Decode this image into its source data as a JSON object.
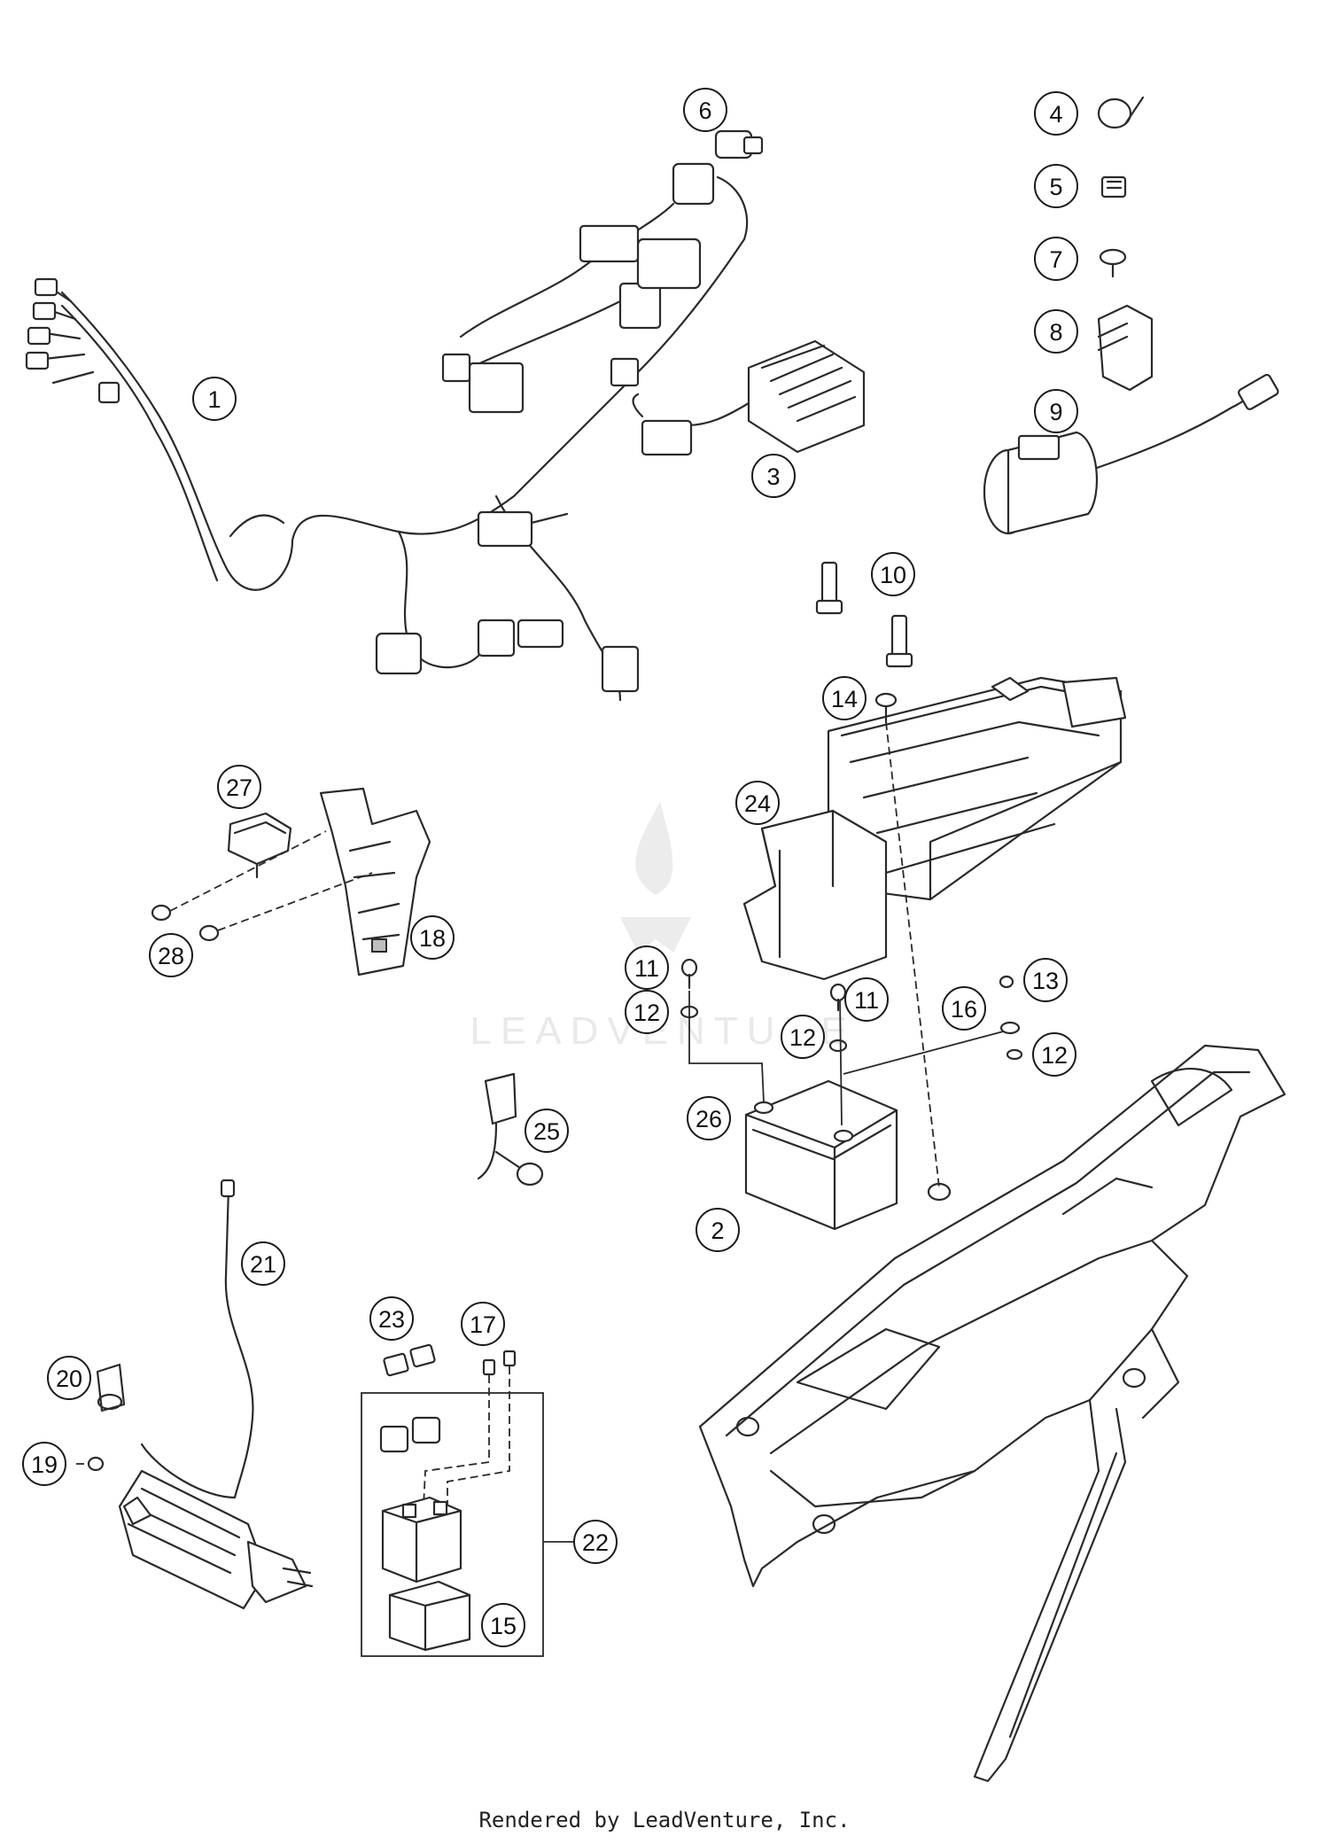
{
  "watermark": {
    "text": "LEADVENTURE"
  },
  "footer": {
    "text": "Rendered by LeadVenture, Inc."
  },
  "callouts": [
    "1",
    "2",
    "3",
    "4",
    "5",
    "6",
    "7",
    "8",
    "9",
    "10",
    "11",
    "11",
    "12",
    "12",
    "12",
    "13",
    "14",
    "15",
    "16",
    "17",
    "18",
    "19",
    "20",
    "21",
    "22",
    "23",
    "24",
    "25",
    "26",
    "27",
    "28"
  ],
  "parts": [
    {
      "id": "wiring-harness",
      "callout": "1",
      "icon": "wiring-harness-icon"
    },
    {
      "id": "battery",
      "callout": "2",
      "icon": "battery-icon"
    },
    {
      "id": "voltage-regulator",
      "callout": "3",
      "icon": "regulator-icon"
    },
    {
      "id": "cable-tie",
      "callout": "4",
      "icon": "cable-tie-icon"
    },
    {
      "id": "clip",
      "callout": "5",
      "icon": "clip-icon"
    },
    {
      "id": "connector",
      "callout": "6",
      "icon": "connector-icon"
    },
    {
      "id": "push-rivet",
      "callout": "7",
      "icon": "rivet-icon"
    },
    {
      "id": "rubber-cover",
      "callout": "8",
      "icon": "cover-icon"
    },
    {
      "id": "horn-module",
      "callout": "9",
      "icon": "module-icon"
    },
    {
      "id": "fuse-holder",
      "callout": "10",
      "icon": "fuse-icon"
    },
    {
      "id": "screw",
      "callout": "11",
      "icon": "screw-icon"
    },
    {
      "id": "washer",
      "callout": "12",
      "icon": "washer-icon"
    },
    {
      "id": "nut",
      "callout": "13",
      "icon": "nut-icon"
    },
    {
      "id": "collar-bolt",
      "callout": "14",
      "icon": "bolt-icon"
    },
    {
      "id": "relay-cover",
      "callout": "15",
      "icon": "cover-icon"
    },
    {
      "id": "ground-cable",
      "callout": "16",
      "icon": "cable-icon"
    },
    {
      "id": "fuse",
      "callout": "17",
      "icon": "fuse-icon"
    },
    {
      "id": "holder-bracket",
      "callout": "18",
      "icon": "bracket-icon"
    },
    {
      "id": "starter-nut",
      "callout": "19",
      "icon": "nut-icon"
    },
    {
      "id": "terminal-cap",
      "callout": "20",
      "icon": "cap-icon"
    },
    {
      "id": "starter-cable",
      "callout": "21",
      "icon": "cable-icon"
    },
    {
      "id": "starter-relay-kit",
      "callout": "22",
      "icon": "relay-icon"
    },
    {
      "id": "fuse-cover",
      "callout": "23",
      "icon": "cover-icon"
    },
    {
      "id": "battery-holder",
      "callout": "24",
      "icon": "holder-icon"
    },
    {
      "id": "spark-plug-connector",
      "callout": "25",
      "icon": "plug-icon"
    },
    {
      "id": "battery-cable",
      "callout": "26",
      "icon": "cable-icon"
    },
    {
      "id": "control-unit",
      "callout": "27",
      "icon": "control-unit-icon"
    },
    {
      "id": "collar-nut",
      "callout": "28",
      "icon": "nut-icon"
    }
  ]
}
